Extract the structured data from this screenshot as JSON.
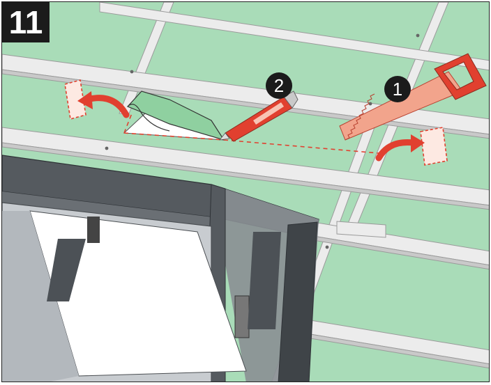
{
  "step_number": "11",
  "callouts": [
    {
      "label": "1",
      "tool": "saw"
    },
    {
      "label": "2",
      "tool": "utility-knife"
    }
  ],
  "colors": {
    "underlay": "#a9dcb8",
    "batten": "#ececec",
    "batten_shade": "#c9c9c9",
    "frame_dark": "#555a5f",
    "frame_light": "#c8ccd0",
    "tool_red": "#e1402f",
    "tool_light": "#f2a48c",
    "cut_line": "#e1402f"
  },
  "icons": [
    "saw-icon",
    "utility-knife-icon",
    "curved-arrow-icon"
  ]
}
